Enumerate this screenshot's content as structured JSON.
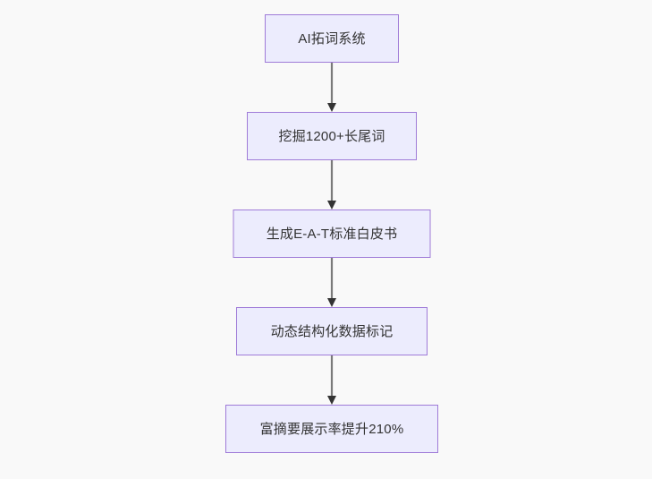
{
  "diagram": {
    "type": "flowchart",
    "orientation": "top-to-bottom",
    "background_color": "#f9f9f9",
    "node_fill_color": "#ececfd",
    "node_border_color": "#9f7bd8",
    "node_text_color": "#333333",
    "edge_color": "#7a7a7a",
    "arrowhead_color": "#333333",
    "nodes": [
      {
        "id": "n1",
        "label": "AI拓词系统"
      },
      {
        "id": "n2",
        "label": "挖掘1200+长尾词"
      },
      {
        "id": "n3",
        "label": "生成E-A-T标准白皮书"
      },
      {
        "id": "n4",
        "label": "动态结构化数据标记"
      },
      {
        "id": "n5",
        "label": "富摘要展示率提升210%"
      }
    ],
    "edges": [
      {
        "id": "e1",
        "from": "n1",
        "to": "n2",
        "label": "",
        "arrow": "arrow-down-icon"
      },
      {
        "id": "e2",
        "from": "n2",
        "to": "n3",
        "label": "",
        "arrow": "arrow-down-icon"
      },
      {
        "id": "e3",
        "from": "n3",
        "to": "n4",
        "label": "",
        "arrow": "arrow-down-icon"
      },
      {
        "id": "e4",
        "from": "n4",
        "to": "n5",
        "label": "",
        "arrow": "arrow-down-icon"
      }
    ]
  }
}
